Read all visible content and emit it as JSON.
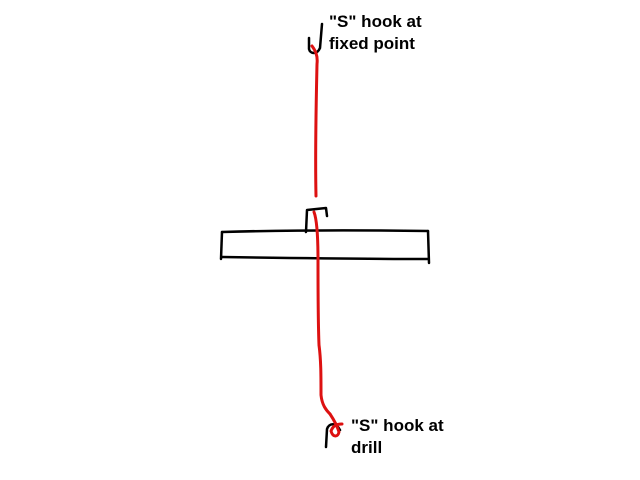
{
  "labels": {
    "top": {
      "line1": "\"S\" hook at",
      "line2": "fixed point"
    },
    "bottom": {
      "line1": "\"S\" hook at",
      "line2": "drill"
    }
  },
  "colors": {
    "string": "#dd1111",
    "outline": "#000000",
    "background": "#ffffff"
  }
}
